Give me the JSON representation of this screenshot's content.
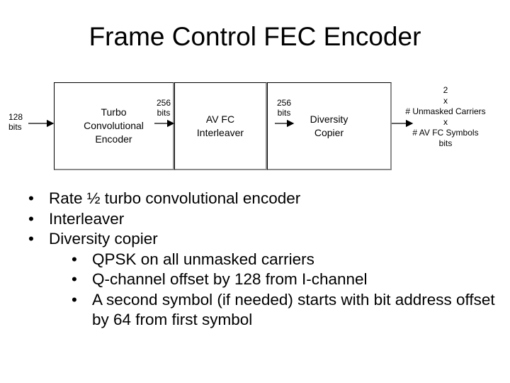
{
  "title": "Frame Control FEC Encoder",
  "diagram": {
    "blocks": [
      {
        "label": "Turbo\nConvolutional\nEncoder"
      },
      {
        "label": "AV FC\nInterleaver"
      },
      {
        "label": "Diversity\nCopier"
      }
    ],
    "input_label": "128\nbits",
    "arrow1_label": "256\nbits",
    "arrow2_label": "256\nbits",
    "output_label": "2\nx\n# Unmasked Carriers\nx\n# AV FC Symbols\nbits"
  },
  "bullets": [
    "Rate ½ turbo convolutional encoder",
    "Interleaver",
    "Diversity copier"
  ],
  "sub_bullets": [
    "QPSK on all unmasked carriers",
    "Q-channel offset by 128 from I-channel",
    "A second symbol (if needed) starts with bit address offset by  64 from first symbol"
  ]
}
